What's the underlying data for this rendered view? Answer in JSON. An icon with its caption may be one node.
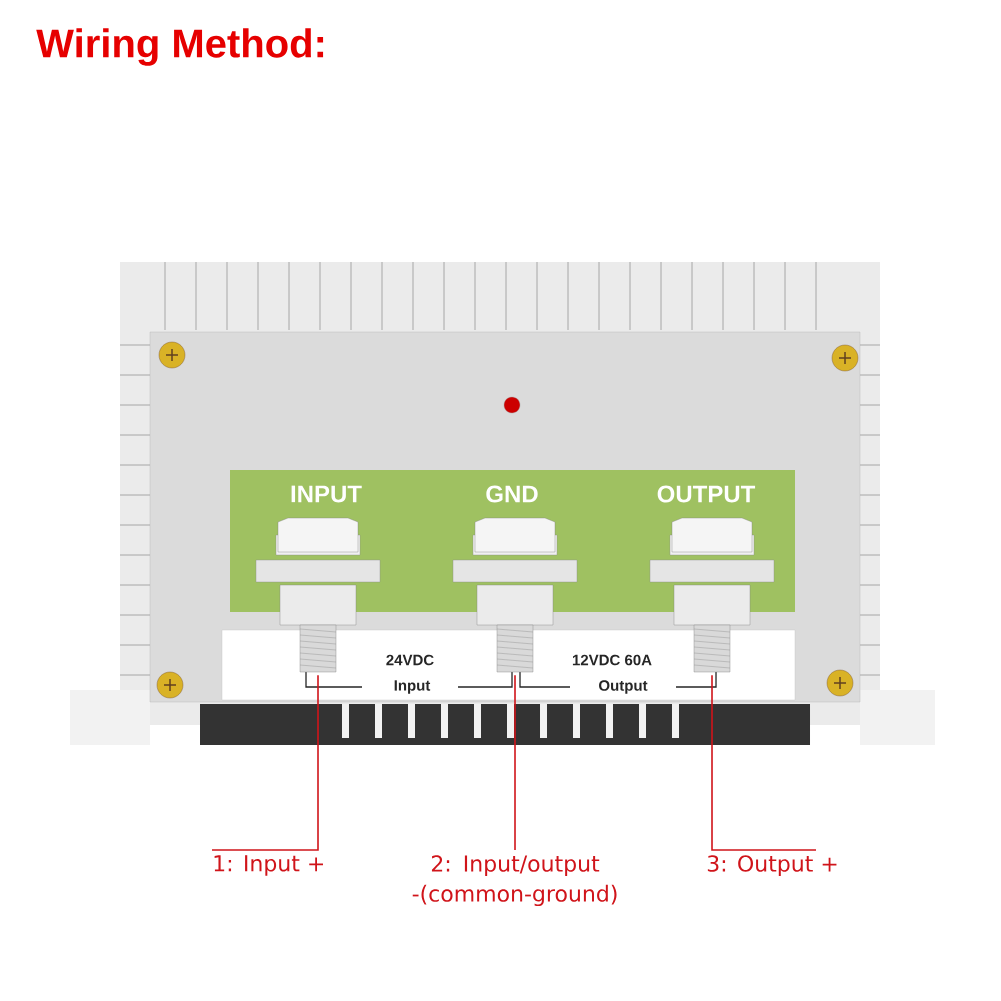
{
  "diagram": {
    "title": "Wiring Method:",
    "nodes": [
      {
        "text": [],
        "shape": "picture"
      },
      {
        "text": [],
        "shape": "picture"
      },
      {
        "text": [],
        "shape": "picture"
      },
      {
        "text": [
          "1: Input +"
        ]
      },
      {
        "text": [
          "2: Input/output -(common-ground)"
        ]
      },
      {
        "text": [
          "3: Output +"
        ]
      }
    ],
    "edges": [
      {
        "from": 3,
        "to": 0,
        "arrow": "none"
      },
      {
        "from": 4,
        "to": 1,
        "arrow": "none"
      },
      {
        "from": 5,
        "to": 2,
        "arrow": "none"
      }
    ],
    "labels": [
      "INPUT",
      "GND",
      "OUTPUT",
      "24VDC",
      "12VDC 60A",
      "Input",
      "Output"
    ]
  }
}
